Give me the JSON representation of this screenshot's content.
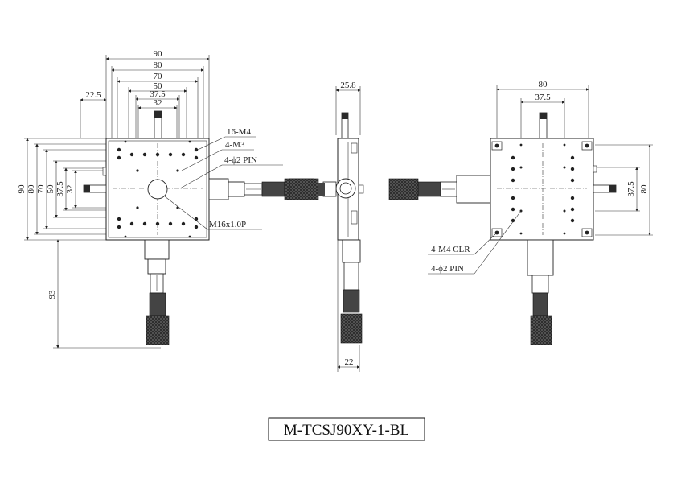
{
  "title": "M-TCSJ90XY-1-BL",
  "front_view": {
    "top_dims": [
      "90",
      "80",
      "70",
      "50",
      "37.5",
      "32"
    ],
    "offset_dim": "22.5",
    "left_dims": [
      "90",
      "80",
      "70",
      "50",
      "37.5",
      "32"
    ],
    "height_dim": "93",
    "callouts": [
      "16-M4",
      "4-M3",
      "4-ϕ2 PIN",
      "M16x1.0P"
    ]
  },
  "side_view": {
    "top_dim": "25.8",
    "bottom_dim": "22"
  },
  "bottom_view": {
    "top_dims": [
      "80",
      "37.5"
    ],
    "right_dims": [
      "37.5",
      "80"
    ],
    "callouts": [
      "4-M4 CLR",
      "4-ϕ2 PIN"
    ]
  }
}
